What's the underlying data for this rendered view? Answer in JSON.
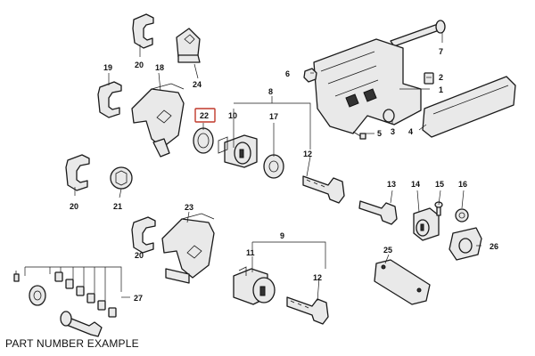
{
  "caption": "PART NUMBER EXAMPLE",
  "highlight": {
    "label": "22",
    "color": "#c0392b"
  },
  "labels": [
    "1",
    "2",
    "3",
    "4",
    "5",
    "6",
    "7",
    "8",
    "9",
    "10",
    "11",
    "12",
    "12",
    "13",
    "14",
    "15",
    "16",
    "17",
    "18",
    "19",
    "20",
    "20",
    "20",
    "21",
    "23",
    "24",
    "25",
    "26",
    "27"
  ]
}
